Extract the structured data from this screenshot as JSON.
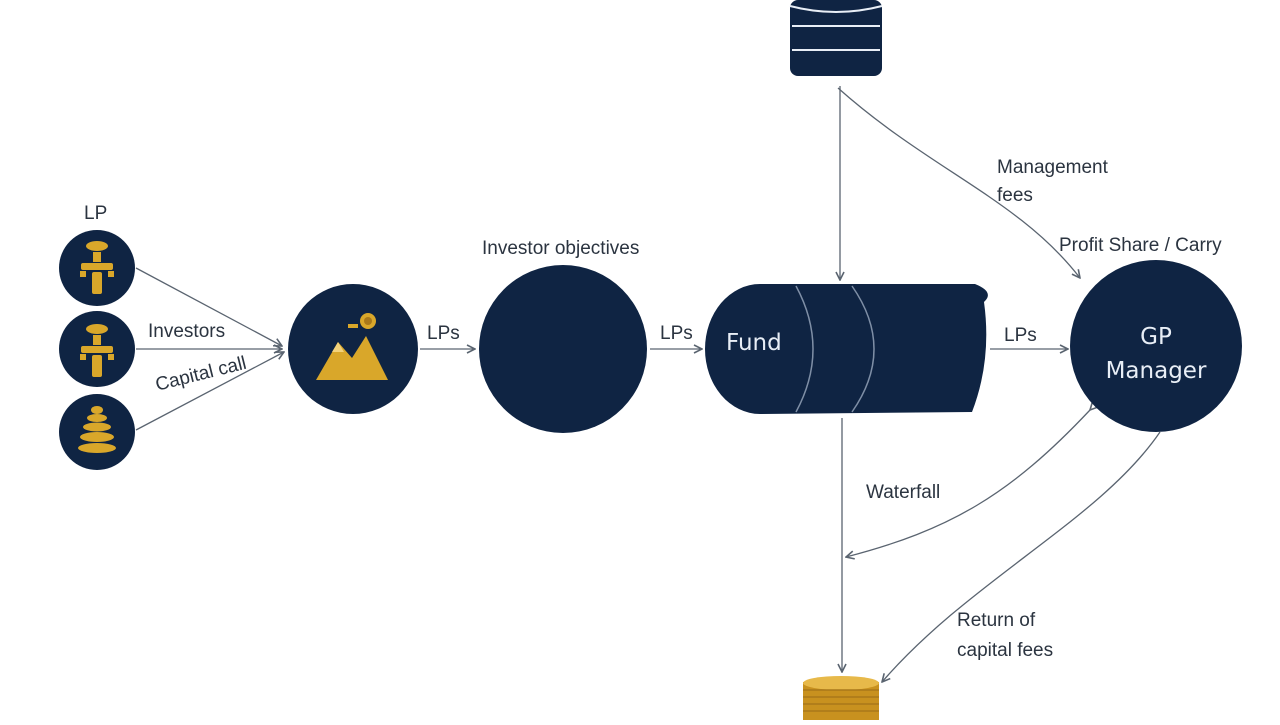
{
  "colors": {
    "navy": "#0f2443",
    "gold": "#d9a72a",
    "gold_dark": "#a9781a",
    "arrow": "#5a6470",
    "text": "#2b3440"
  },
  "icons": {
    "database": "database-icon",
    "lp_investor_1": "investor-figure-icon",
    "lp_investor_2": "investor-figure-icon",
    "lp_stack": "stacked-coins-icon",
    "capital_pool": "mountain-coin-icon",
    "coins": "coin-stack-icon"
  },
  "labels": {
    "lp": "LP",
    "investors": "Investors",
    "capital_call": "Capital call",
    "lps_1": "LPs",
    "investor_objectives": "Investor objectives",
    "lps_2": "LPs",
    "fund": "Fund",
    "lps_3": "LPs",
    "management_fees_line1": "Management",
    "management_fees_line2": "fees",
    "profit_share": "Profit Share / Carry",
    "gp_line1": "GP",
    "gp_line2": "Manager",
    "waterfall": "Waterfall",
    "return_line1": "Return of",
    "return_line2": "capital fees"
  }
}
